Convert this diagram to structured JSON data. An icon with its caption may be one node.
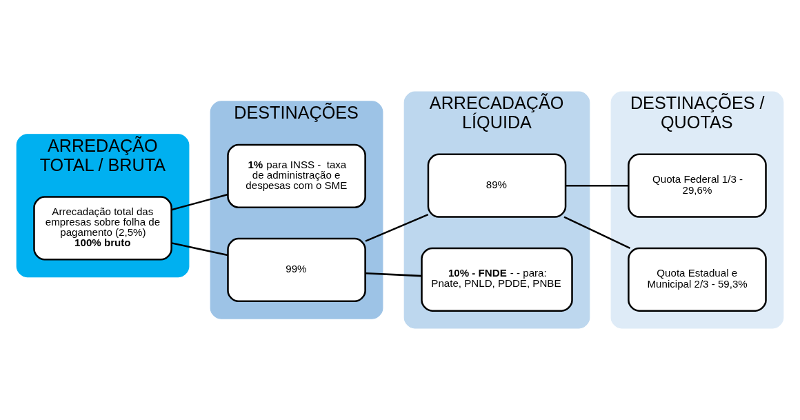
{
  "diagram": {
    "nodes": [
      {
        "text": [
          "ARREDAÇÃO TOTAL / BRUTA"
        ]
      },
      {
        "text": [
          "Arrecadação total das empresas sobre folha de pagamento (2,5%)",
          "100% bruto"
        ],
        "in": 0
      },
      {
        "text": [
          "DESTINAÇÕES"
        ]
      },
      {
        "text": [
          "**1%** para INSS -  taxa de administração e despesas com o SME"
        ],
        "in": 2
      },
      {
        "text": [
          "99%"
        ],
        "in": 2
      },
      {
        "text": [
          "ARRECADAÇÃO LÍQUIDA"
        ]
      },
      {
        "text": [
          "89%"
        ],
        "in": 5
      },
      {
        "text": [
          "**10% - FNDE** - - para: Pnate, PNLD, PDDE, PNBE"
        ],
        "in": 5
      },
      {
        "text": [
          "DESTINAÇÕES / QUOTAS"
        ]
      },
      {
        "text": [
          "Quota Federal 1/3 - 29,6%"
        ],
        "in": 8
      },
      {
        "text": [
          "Quota Estadual e Municipal 2/3 - 59,3%"
        ],
        "in": 8
      }
    ],
    "edges": [
      {
        "from": 1,
        "to": 3,
        "arrow": "none"
      },
      {
        "from": 1,
        "to": 4,
        "arrow": "none"
      },
      {
        "from": 4,
        "to": 6,
        "arrow": "none"
      },
      {
        "from": 4,
        "to": 7,
        "arrow": "none"
      },
      {
        "from": 6,
        "to": 9,
        "arrow": "none"
      },
      {
        "from": 6,
        "to": 10,
        "arrow": "none"
      }
    ]
  }
}
